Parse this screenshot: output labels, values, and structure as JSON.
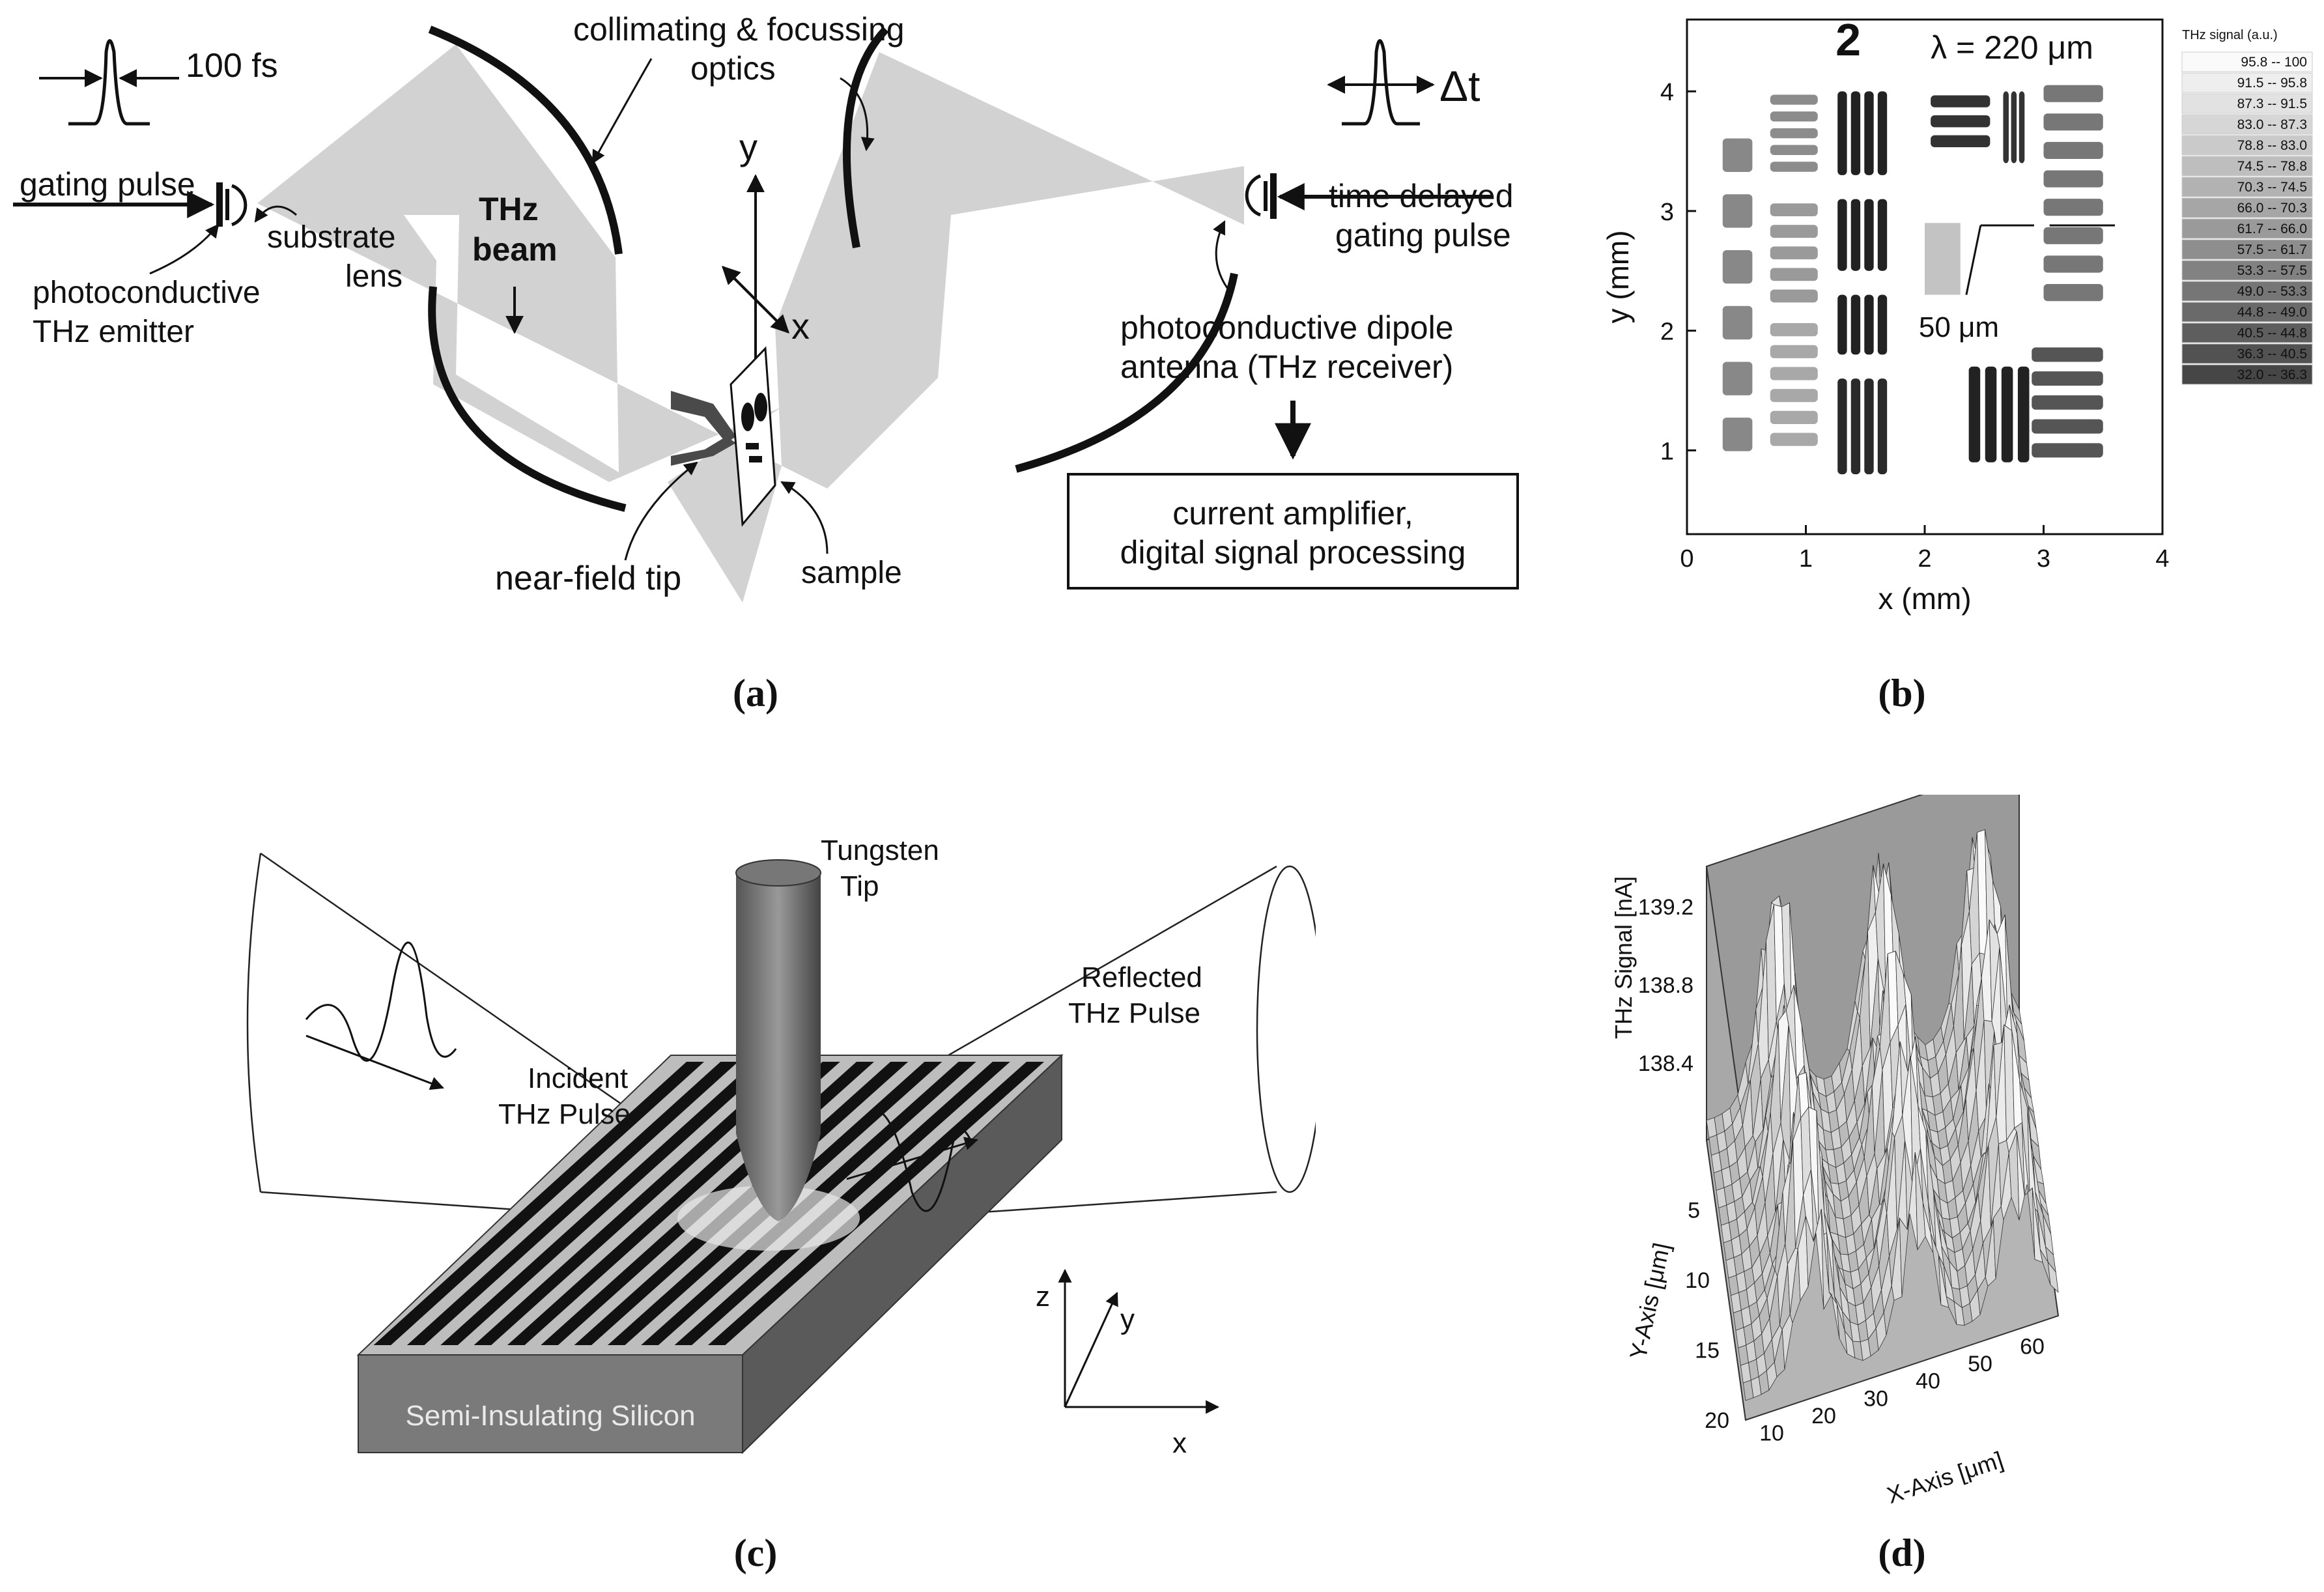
{
  "captions": {
    "a": "(a)",
    "b": "(b)",
    "c": "(c)",
    "d": "(d)"
  },
  "panel_a": {
    "pulse_width": "100 fs",
    "gating_pulse": "gating pulse",
    "substrate_lens_1": "substrate",
    "substrate_lens_2": "lens",
    "emitter_1": "photoconductive",
    "emitter_2": "THz emitter",
    "optics_1": "collimating & focussing",
    "optics_2": "optics",
    "beam_1": "THz",
    "beam_2": "beam",
    "axis_y": "y",
    "axis_x": "x",
    "tip": "near-field tip",
    "sample": "sample",
    "delay": "Δt",
    "delayed_1": "time delayed",
    "delayed_2": "gating pulse",
    "receiver_1": "photoconductive dipole",
    "receiver_2": "antenna (THz receiver)",
    "amp_1": "current amplifier,",
    "amp_2": "digital signal processing"
  },
  "panel_c": {
    "tip_1": "Tungsten",
    "tip_2": "Tip",
    "incident_1": "Incident",
    "incident_2": "THz Pulse",
    "reflected_1": "Reflected",
    "reflected_2": "THz Pulse",
    "substrate": "Semi-Insulating Silicon",
    "axis_z": "z",
    "axis_y": "y",
    "axis_x": "x"
  },
  "chart_data": [
    {
      "id": "b",
      "type": "heatmap",
      "title": "λ = 220 μm",
      "xlabel": "x  (mm)",
      "ylabel": "y  (mm)",
      "xlim": [
        0,
        4
      ],
      "ylim": [
        0.3,
        4.6
      ],
      "x_ticks": [
        "0",
        "1",
        "2",
        "3",
        "4"
      ],
      "y_ticks": [
        "1",
        "2",
        "3",
        "4"
      ],
      "annotation": "50 μm",
      "legend_title": "THz signal (a.u.)",
      "legend_position": "right",
      "legend": [
        {
          "range": "95.8 -- 100",
          "color": "#fafafa"
        },
        {
          "range": "91.5 -- 95.8",
          "color": "#eeeeee"
        },
        {
          "range": "87.3 -- 91.5",
          "color": "#e2e2e2"
        },
        {
          "range": "83.0 -- 87.3",
          "color": "#d6d6d6"
        },
        {
          "range": "78.8 -- 83.0",
          "color": "#cacaca"
        },
        {
          "range": "74.5 -- 78.8",
          "color": "#bebebe"
        },
        {
          "range": "70.3 -- 74.5",
          "color": "#b2b2b2"
        },
        {
          "range": "66.0 -- 70.3",
          "color": "#a6a6a6"
        },
        {
          "range": "61.7 -- 66.0",
          "color": "#9a9a9a"
        },
        {
          "range": "57.5 -- 61.7",
          "color": "#8e8e8e"
        },
        {
          "range": "53.3 -- 57.5",
          "color": "#828282"
        },
        {
          "range": "49.0 -- 53.3",
          "color": "#767676"
        },
        {
          "range": "44.8 -- 49.0",
          "color": "#6a6a6a"
        },
        {
          "range": "40.5 -- 44.8",
          "color": "#5e5e5e"
        },
        {
          "range": "36.3 -- 40.5",
          "color": "#525252"
        },
        {
          "range": "32.0 -- 36.3",
          "color": "#464646"
        }
      ]
    },
    {
      "id": "d",
      "type": "surface",
      "zlabel": "THz Signal [nA]",
      "ylabel": "Y-Axis [μm]",
      "xlabel": "X-Axis [μm]",
      "z_ticks": [
        "138.4",
        "138.8",
        "139.2"
      ],
      "y_ticks": [
        "5",
        "10",
        "15",
        "20"
      ],
      "x_ticks": [
        "10",
        "20",
        "30",
        "40",
        "50",
        "60"
      ],
      "xlim": [
        5,
        65
      ],
      "ylim": [
        0,
        20
      ],
      "zlim": [
        138.0,
        139.4
      ],
      "ridges_x": [
        18,
        38,
        57
      ],
      "peak_z": 139.3,
      "base_z": 138.1
    }
  ]
}
